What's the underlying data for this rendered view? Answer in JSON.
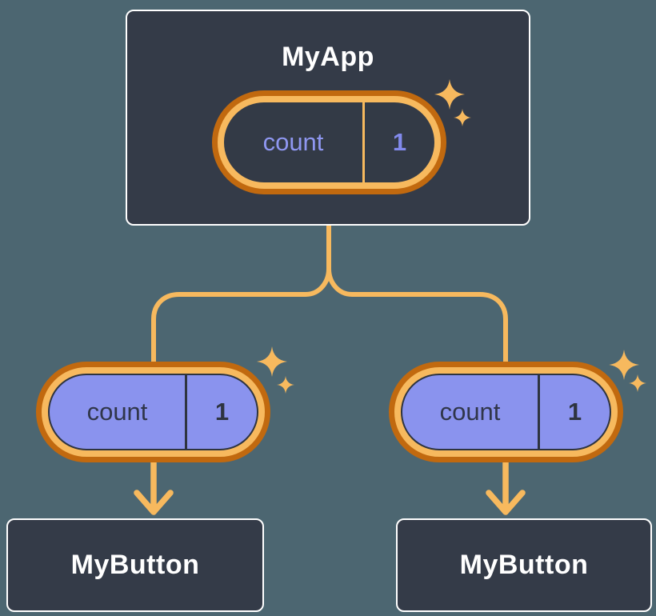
{
  "diagram": {
    "description": "component tree with state passed down",
    "nodes": {
      "root": {
        "label": "MyApp",
        "state_name": "count",
        "state_value": "1"
      },
      "left_child": {
        "label": "MyButton",
        "prop_name": "count",
        "prop_value": "1"
      },
      "right_child": {
        "label": "MyButton",
        "prop_name": "count",
        "prop_value": "1"
      }
    },
    "icons": [
      "sparkle-icon",
      "down-arrow-icon"
    ],
    "colors": {
      "background": "#4C6671",
      "node_fill": "#343B48",
      "node_border": "#FFFFFF",
      "node_text": "#FFFFFF",
      "pill_ring_outer": "#C1690F",
      "pill_ring_inner": "#F7B95E",
      "state_pill_fill": "#333A46",
      "state_text": "#8F97F1",
      "prop_pill_fill": "#8A93EE",
      "prop_text": "#2E3440",
      "connector": "#F7B95E",
      "sparkle": "#F7B95E"
    }
  }
}
